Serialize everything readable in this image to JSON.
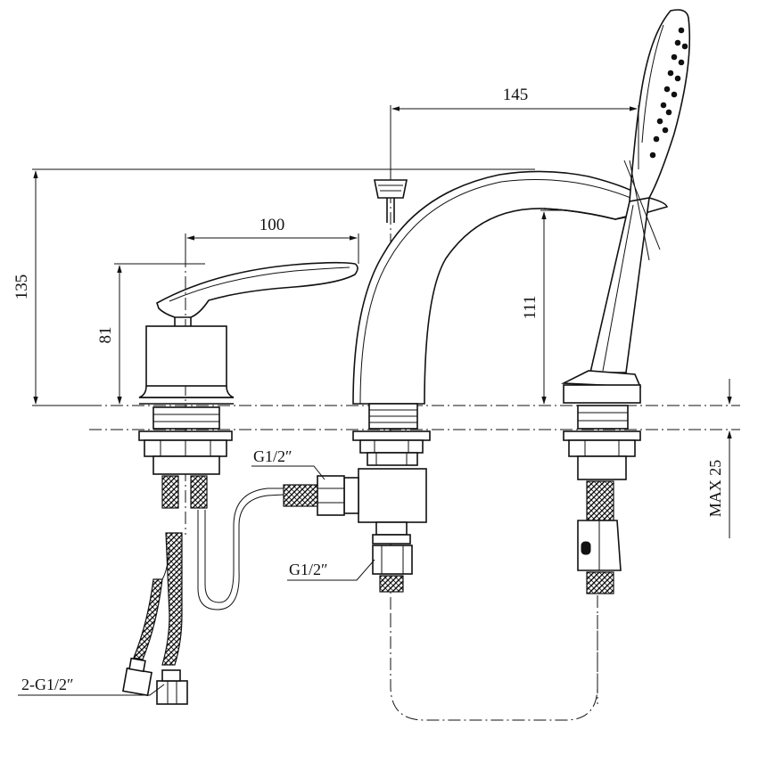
{
  "dimensions": {
    "spout_reach": "145",
    "handle_reach": "100",
    "total_height": "135",
    "handle_height": "81",
    "spout_height": "111",
    "max_deck": "MAX 25"
  },
  "connections": {
    "spout_inlet_top": "G1/2″",
    "spout_inlet_bottom": "G1/2″",
    "hoses": "2-G1/2″"
  }
}
